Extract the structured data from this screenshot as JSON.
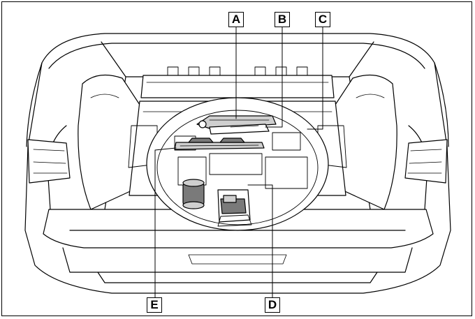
{
  "callouts": {
    "a": "A",
    "b": "B",
    "c": "C",
    "d": "D",
    "e": "E"
  },
  "colors": {
    "line": "#000000",
    "fill_light": "#ffffff",
    "fill_grey": "#cfcfcf",
    "fill_dark": "#7a7a7a"
  },
  "icons": [
    "spare-tire-icon",
    "jack-icon",
    "jack-handle-icon",
    "tool-bag-icon",
    "tire-repair-kit-icon"
  ]
}
